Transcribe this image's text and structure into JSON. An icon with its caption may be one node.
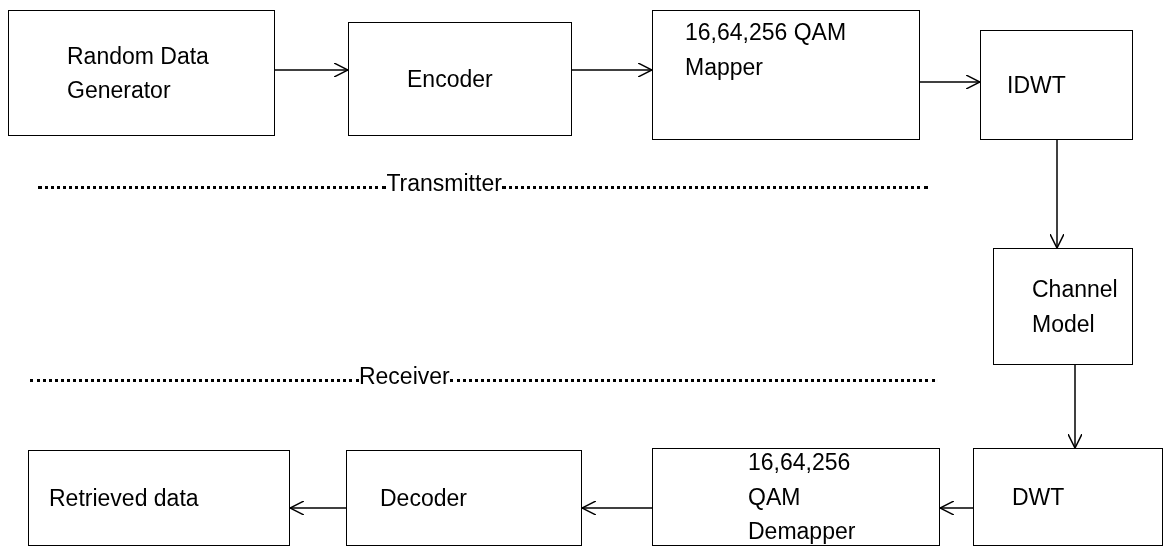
{
  "diagram": {
    "nodes": [
      {
        "text": [
          "Random Data Generator"
        ]
      },
      {
        "text": [
          "Encoder"
        ]
      },
      {
        "text": [
          "16,64,256 QAM Mapper"
        ]
      },
      {
        "text": [
          "IDWT"
        ]
      },
      {
        "text": [
          "Channel Model"
        ]
      },
      {
        "text": [
          "DWT"
        ]
      },
      {
        "text": [
          "16,64,256 QAM Demapper"
        ]
      },
      {
        "text": [
          "Decoder"
        ]
      },
      {
        "text": [
          "Retrieved data"
        ]
      }
    ],
    "edges": [
      {
        "from": 0,
        "to": 1,
        "arrow": "to"
      },
      {
        "from": 1,
        "to": 2,
        "arrow": "to"
      },
      {
        "from": 2,
        "to": 3,
        "arrow": "to"
      },
      {
        "from": 3,
        "to": 4,
        "arrow": "to"
      },
      {
        "from": 4,
        "to": 5,
        "arrow": "to"
      },
      {
        "from": 5,
        "to": 6,
        "arrow": "to"
      },
      {
        "from": 6,
        "to": 7,
        "arrow": "to"
      },
      {
        "from": 7,
        "to": 8,
        "arrow": "to"
      }
    ],
    "labels": [
      "Transmitter",
      "Receiver"
    ]
  }
}
